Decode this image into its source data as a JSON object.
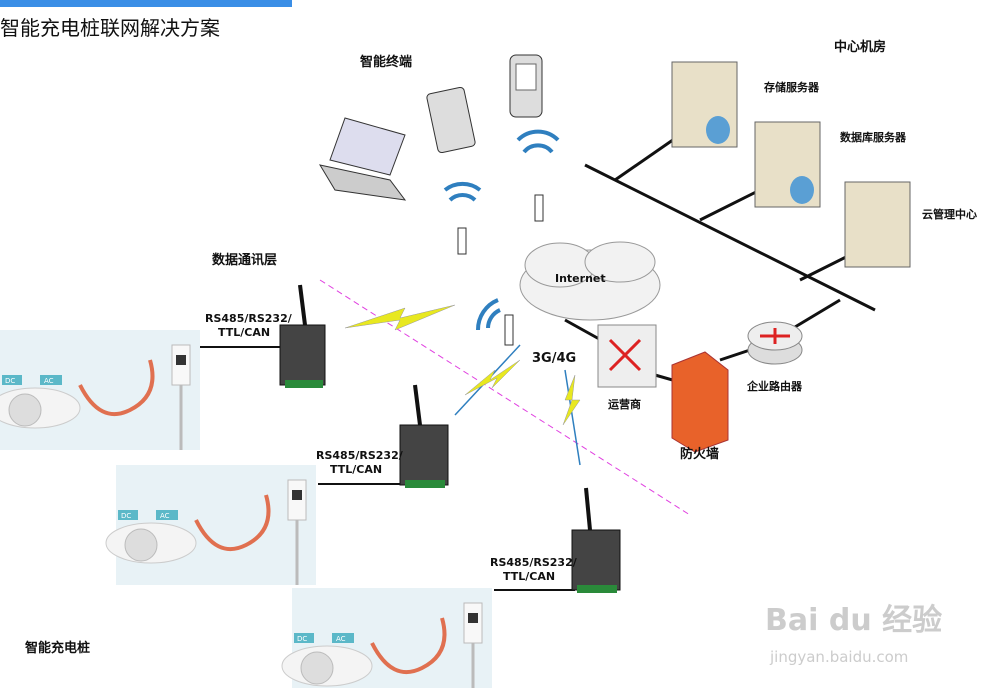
{
  "page": {
    "title": "智能充电桩联网解决方案"
  },
  "diagram": {
    "terminal_label": "智能终端",
    "datacenter_label": "中心机房",
    "storage_server": "存储服务器",
    "db_server": "数据库服务器",
    "cloud_center": "云管理中心",
    "comm_layer": "数据通讯层",
    "internet": "Internet",
    "network": "3G/4G",
    "carrier": "运营商",
    "firewall": "防火墙",
    "router": "企业路由器",
    "interface_line1": "RS485/RS232/",
    "interface_line2": "TTL/CAN",
    "charger_label": "智能充电桩",
    "charger_tags": {
      "dc": "DC",
      "ac": "AC"
    }
  },
  "watermark": {
    "brand": "Bai du 经验",
    "url": "jingyan.baidu.com"
  },
  "colors": {
    "selection": "#3a8ee6",
    "dashed": "#e040e0",
    "bolt": "#e8e820",
    "wifi": "#2f7fbf",
    "cable": "#e07050"
  }
}
